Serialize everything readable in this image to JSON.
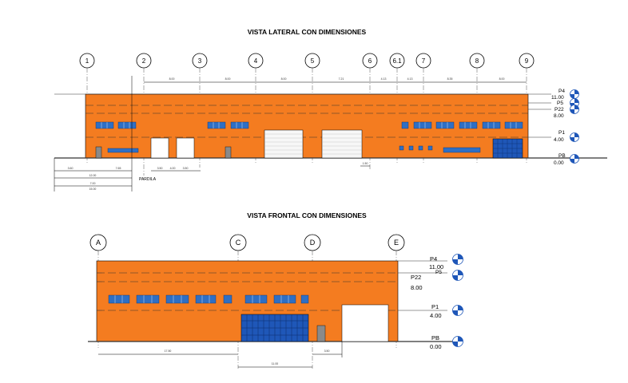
{
  "side_view": {
    "title": "VISTA LATERAL CON DIMENSIONES",
    "grid_labels": [
      "1",
      "2",
      "3",
      "4",
      "5",
      "6",
      "6.1",
      "7",
      "8",
      "9"
    ],
    "top_dims": [
      "8.00",
      "8.00",
      "8.00",
      "7.21",
      "4.13",
      "4.13",
      "8.35",
      "8.00"
    ],
    "levels": [
      {
        "name": "P4",
        "value": "11.00"
      },
      {
        "name": "P5",
        "value": ""
      },
      {
        "name": "P22",
        "value": "8.00"
      },
      {
        "name": "P1",
        "value": "4.00"
      },
      {
        "name": "PB",
        "value": "0.00"
      }
    ],
    "bottom_dims": [
      "3.60",
      "7.65",
      "12.00",
      "7.00",
      "15.00"
    ],
    "door_dims": [
      "3.50",
      "4.00",
      "3.50"
    ],
    "small_dim": "1.50",
    "annotation": "PARDILA"
  },
  "front_view": {
    "title": "VISTA FRONTAL CON DIMENSIONES",
    "grid_labels": [
      "A",
      "C",
      "D",
      "E"
    ],
    "levels": [
      {
        "name": "P4",
        "value": "11.00"
      },
      {
        "name": "P5",
        "value": ""
      },
      {
        "name": "P22",
        "value": "8.00"
      },
      {
        "name": "P1",
        "value": "4.00"
      },
      {
        "name": "PB",
        "value": "0.00"
      }
    ],
    "bottom_dims": [
      "17.50",
      "11.00",
      "3.50"
    ]
  },
  "colors": {
    "wall": "#f47c20",
    "window": "#2f6fc4",
    "door_blue": "#1f57b8",
    "line": "#000000"
  }
}
